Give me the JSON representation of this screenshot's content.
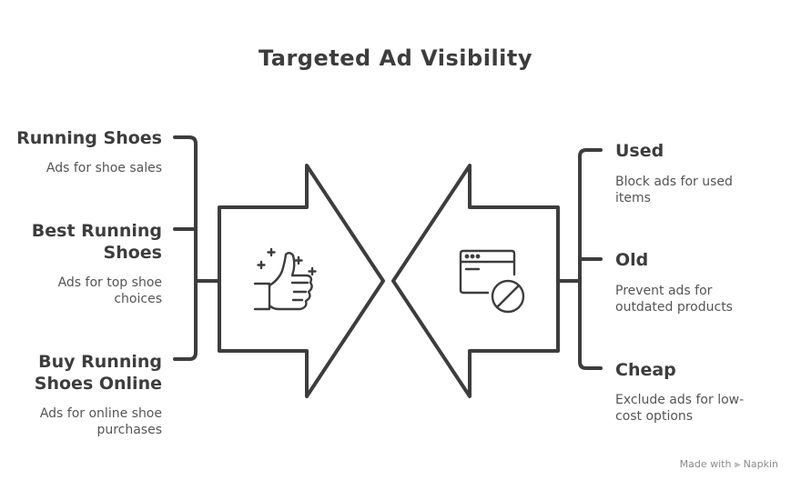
{
  "title": "Targeted Ad Visibility",
  "left_items": [
    {
      "heading": "Running Shoes",
      "description": "Ads for shoe sales"
    },
    {
      "heading": "Best Running Shoes",
      "description": "Ads for top shoe choices"
    },
    {
      "heading": "Buy Running Shoes Online",
      "description": "Ads for online shoe purchases"
    }
  ],
  "right_items": [
    {
      "heading": "Used",
      "description": "Block ads for used items"
    },
    {
      "heading": "Old",
      "description": "Prevent ads for outdated products"
    },
    {
      "heading": "Cheap",
      "description": "Exclude ads for low-cost options"
    }
  ],
  "icons": {
    "left_arrow": "thumbs-up-icon",
    "right_arrow": "blocked-browser-icon"
  },
  "footer": "Made with ⫸ Napkin",
  "colors": {
    "stroke": "#3d3d3d",
    "text": "#555555"
  }
}
